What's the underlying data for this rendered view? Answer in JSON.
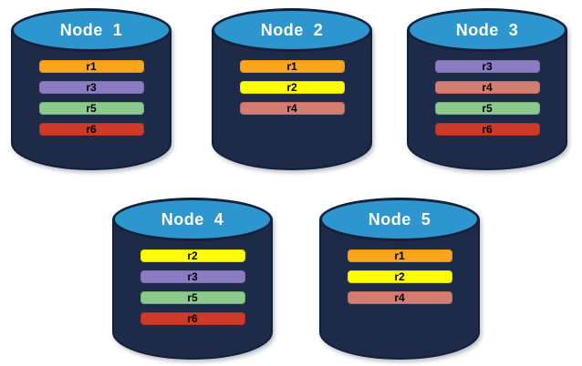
{
  "diagram": {
    "background": "#ffffff",
    "cylinder_colors": {
      "body": "#1D2A48",
      "outline": "#13203A",
      "top": "#2E96CE",
      "title_text": "#ffffff"
    },
    "replica_colors": {
      "r1": {
        "fill": "#FBA41C",
        "border": "#E8930D"
      },
      "r2": {
        "fill": "#FFFF00",
        "border": "#E3DC00"
      },
      "r3": {
        "fill": "#8A7BC2",
        "border": "#7C70AC"
      },
      "r4": {
        "fill": "#D47E71",
        "border": "#C26B60"
      },
      "r5": {
        "fill": "#8CC98C",
        "border": "#72B072"
      },
      "r6": {
        "fill": "#CD3A28",
        "border": "#B5301F"
      }
    },
    "nodes": [
      {
        "label": "Node  1",
        "replicas": [
          "r1",
          "r3",
          "r5",
          "r6"
        ]
      },
      {
        "label": "Node  2",
        "replicas": [
          "r1",
          "r2",
          "r4"
        ]
      },
      {
        "label": "Node  3",
        "replicas": [
          "r3",
          "r4",
          "r5",
          "r6"
        ]
      },
      {
        "label": "Node  4",
        "replicas": [
          "r2",
          "r3",
          "r5",
          "r6"
        ]
      },
      {
        "label": "Node  5",
        "replicas": [
          "r1",
          "r2",
          "r4"
        ]
      }
    ]
  }
}
